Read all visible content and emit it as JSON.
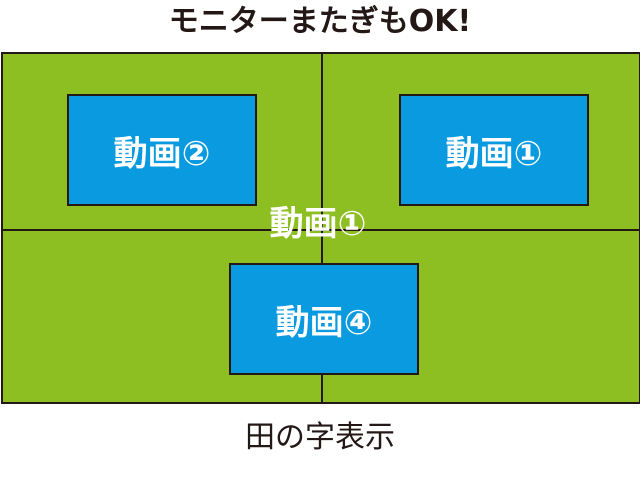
{
  "title": "モニターまたぎもOK!",
  "caption": "田の字表示",
  "videos": {
    "top_left": "動画②",
    "top_right": "動画①",
    "center": "動画①",
    "bottom_center": "動画④"
  },
  "colors": {
    "background_grid": "#8dbf23",
    "video": "#0a9ae0",
    "lines": "#231815",
    "text_light": "#ffffff"
  }
}
